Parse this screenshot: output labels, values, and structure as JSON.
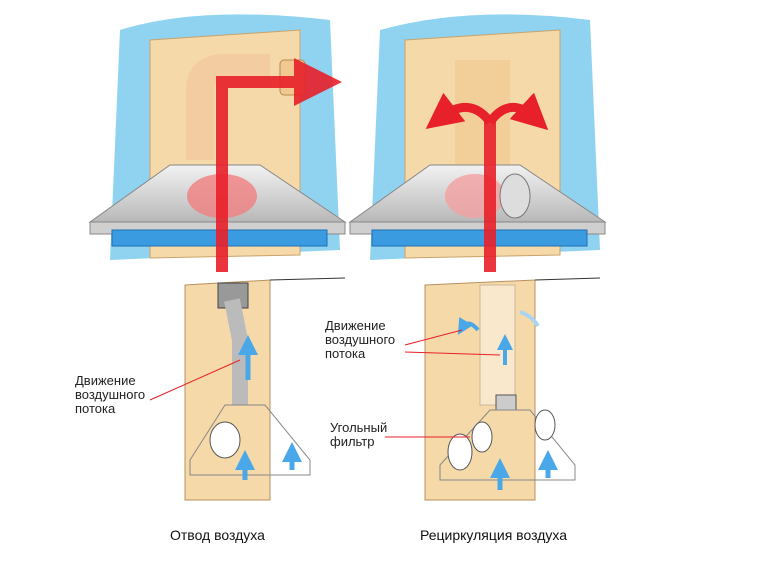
{
  "left": {
    "caption": "Отвод воздуха",
    "airflow_label": [
      "Движение",
      "воздушного",
      "потока"
    ]
  },
  "right": {
    "caption": "Рециркуляция воздуха",
    "airflow_label": [
      "Движение",
      "воздушного",
      "потока"
    ],
    "filter_label": [
      "Угольный",
      "фильтр"
    ]
  },
  "colors": {
    "wall": "#f5d9a8",
    "sky": "#8fd3f0",
    "arrow": "#e8202a",
    "filter": "#3a9be0",
    "hood": "#d9d9d9"
  }
}
